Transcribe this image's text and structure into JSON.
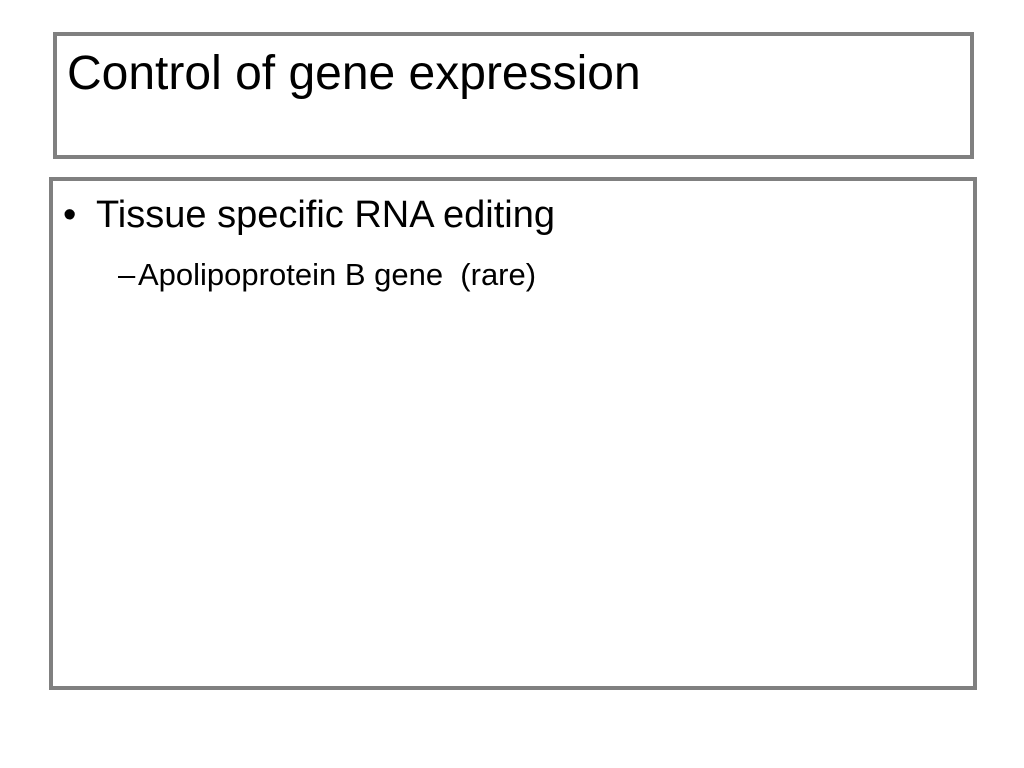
{
  "slide": {
    "title": "Control of gene expression",
    "bullets": [
      {
        "marker": "•",
        "text": "Tissue specific RNA editing",
        "sub": [
          {
            "marker": "–",
            "text": "Apolipoprotein B gene  (rare)"
          }
        ]
      }
    ],
    "border_color": "#808080",
    "background": "#ffffff",
    "text_color": "#000000"
  }
}
